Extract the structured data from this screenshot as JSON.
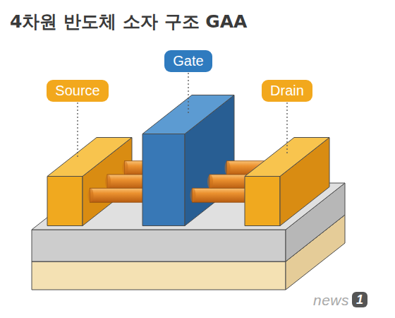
{
  "diagram": {
    "title": "4차원 반도체 소자 구조 GAA",
    "nodes": [
      {
        "text": [
          "Source"
        ]
      },
      {
        "text": [
          "Gate"
        ]
      },
      {
        "text": [
          "Drain"
        ]
      }
    ],
    "labels": [
      "news",
      "1"
    ]
  }
}
